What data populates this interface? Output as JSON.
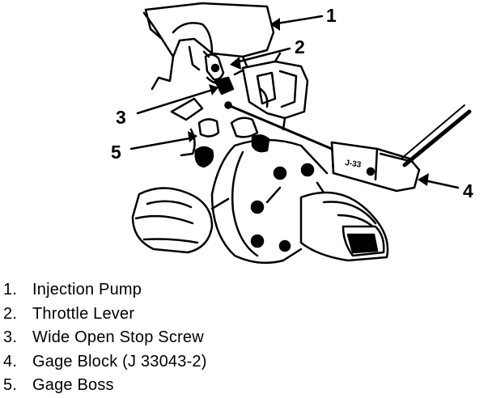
{
  "callouts": [
    "1",
    "2",
    "3",
    "4",
    "5"
  ],
  "gage_block_marking": "J-33",
  "legend": [
    {
      "num": "1.",
      "label": "Injection Pump"
    },
    {
      "num": "2.",
      "label": "Throttle Lever"
    },
    {
      "num": "3.",
      "label": "Wide Open Stop Screw"
    },
    {
      "num": "4.",
      "label": "Gage Block (J 33043-2)"
    },
    {
      "num": "5.",
      "label": "Gage Boss"
    }
  ]
}
